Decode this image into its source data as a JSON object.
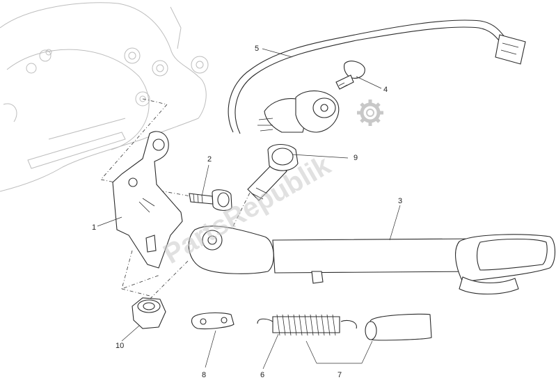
{
  "watermark": "PartsRepublik",
  "callouts": [
    {
      "id": "1",
      "label": "1"
    },
    {
      "id": "2",
      "label": "2"
    },
    {
      "id": "3",
      "label": "3"
    },
    {
      "id": "4",
      "label": "4"
    },
    {
      "id": "5",
      "label": "5"
    },
    {
      "id": "6",
      "label": "6"
    },
    {
      "id": "7",
      "label": "7"
    },
    {
      "id": "8",
      "label": "8"
    },
    {
      "id": "9",
      "label": "9"
    },
    {
      "id": "10",
      "label": "10"
    }
  ],
  "icons": {
    "watermark_gear": "gear-icon"
  }
}
